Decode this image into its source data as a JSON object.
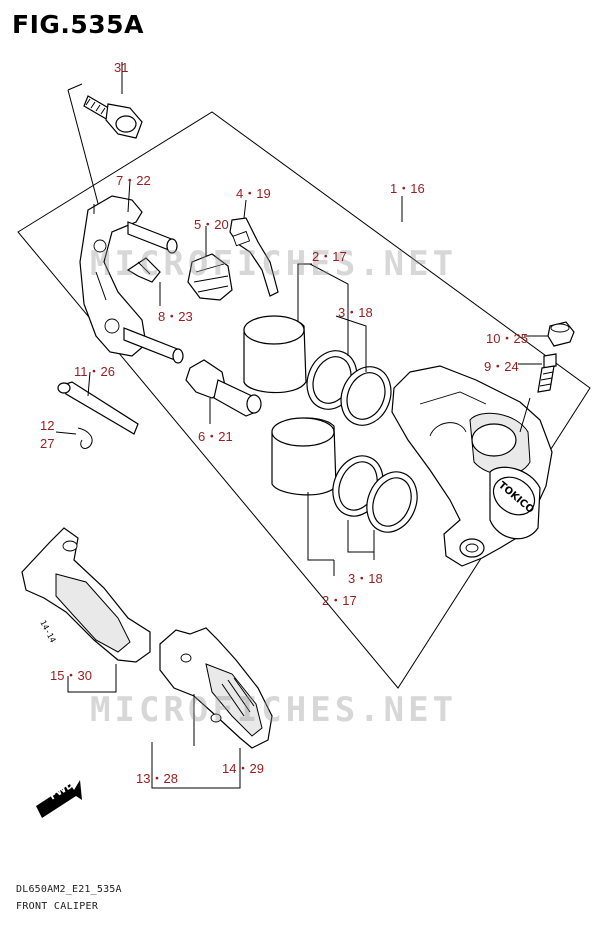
{
  "figure": {
    "title": "FIG.535A",
    "code": "DL650AM2_E21_535A",
    "name": "FRONT CALIPER"
  },
  "watermark": "MICROFICHES.NET",
  "brand_on_caliper": "TOKICO",
  "fwd_label": "FWD",
  "pad_mark": "14-14",
  "callouts": [
    {
      "id": "31",
      "text": "31"
    },
    {
      "id": "7-22",
      "text": "7・22"
    },
    {
      "id": "4-19",
      "text": "4・19"
    },
    {
      "id": "5-20",
      "text": "5・20"
    },
    {
      "id": "1-16",
      "text": "1・16"
    },
    {
      "id": "2-17-top",
      "text": "2・17"
    },
    {
      "id": "3-18-top",
      "text": "3・18"
    },
    {
      "id": "8-23",
      "text": "8・23"
    },
    {
      "id": "10-25",
      "text": "10・25"
    },
    {
      "id": "9-24",
      "text": "9・24"
    },
    {
      "id": "11-26",
      "text": "11・26"
    },
    {
      "id": "12",
      "text": "12"
    },
    {
      "id": "27",
      "text": "27"
    },
    {
      "id": "6-21",
      "text": "6・21"
    },
    {
      "id": "3-18-bottom",
      "text": "3・18"
    },
    {
      "id": "2-17-bottom",
      "text": "2・17"
    },
    {
      "id": "15-30",
      "text": "15・30"
    },
    {
      "id": "13-28",
      "text": "13・28"
    },
    {
      "id": "14-29",
      "text": "14・29"
    }
  ],
  "colors": {
    "callout": "#9b1c1c",
    "line": "#000000",
    "watermark": "#969696"
  }
}
